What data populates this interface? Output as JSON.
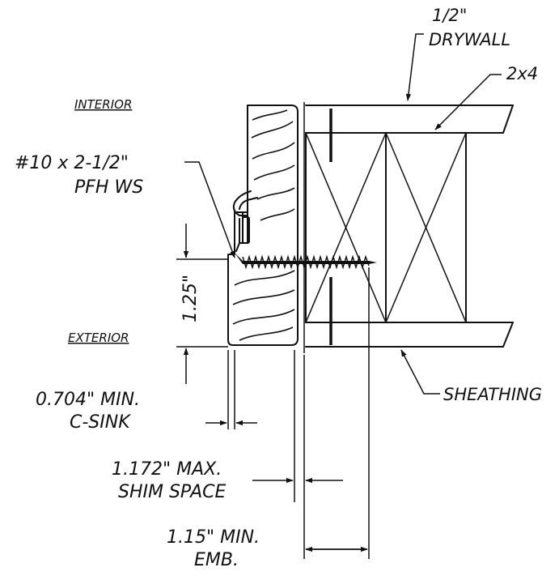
{
  "labels": {
    "drywall_size": "1/2\"",
    "drywall": "DRYWALL",
    "stud": "2x4",
    "interior": "INTERIOR",
    "exterior": "EXTERIOR",
    "screw_size": "#10 x 2-1/2\"",
    "screw_type": "PFH WS",
    "height_dim": "1.25\"",
    "sheathing": "SHEATHING",
    "csink_dim": "0.704\" MIN.",
    "csink": "C-SINK",
    "shim_dim": "1.172\" MAX.",
    "shim": "SHIM SPACE",
    "emb_dim": "1.15\" MIN.",
    "emb": "EMB."
  }
}
